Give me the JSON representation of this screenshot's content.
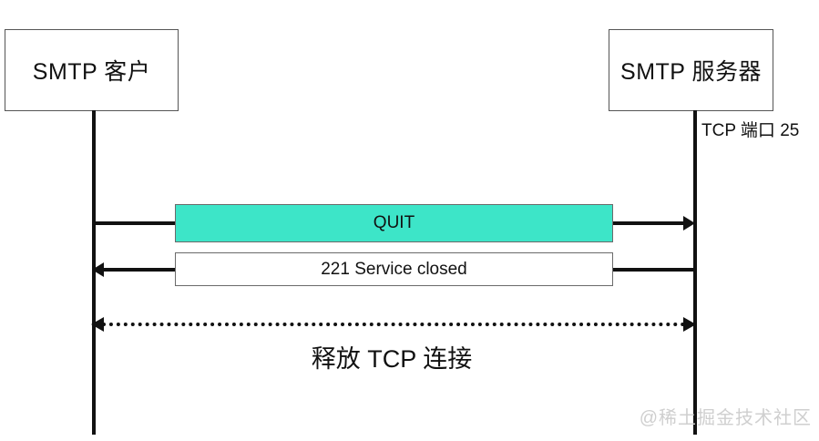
{
  "diagram": {
    "title": "SMTP QUIT / connection release sequence",
    "colors": {
      "highlight_bar": "#3DE5C8",
      "line": "#111111",
      "box_border": "#555555",
      "bar_border": "#6A6A6A",
      "watermark": "#CFCFCF",
      "background": "#FFFFFF"
    },
    "participants": [
      {
        "id": "client",
        "label": "SMTP 客户"
      },
      {
        "id": "server",
        "label": "SMTP 服务器"
      }
    ],
    "annotations": [
      {
        "id": "port",
        "label": "TCP 端口 25"
      }
    ],
    "messages": [
      {
        "id": "quit",
        "label": "QUIT",
        "from": "client",
        "to": "server",
        "direction": "right",
        "style": "solid",
        "highlighted": true
      },
      {
        "id": "reply-221",
        "label": "221 Service closed",
        "from": "server",
        "to": "client",
        "direction": "left",
        "style": "solid",
        "highlighted": false
      },
      {
        "id": "release",
        "label": "释放 TCP 连接",
        "from": "client",
        "to": "server",
        "direction": "both",
        "style": "dotted",
        "highlighted": false
      }
    ],
    "watermark": "@稀土掘金技术社区"
  }
}
